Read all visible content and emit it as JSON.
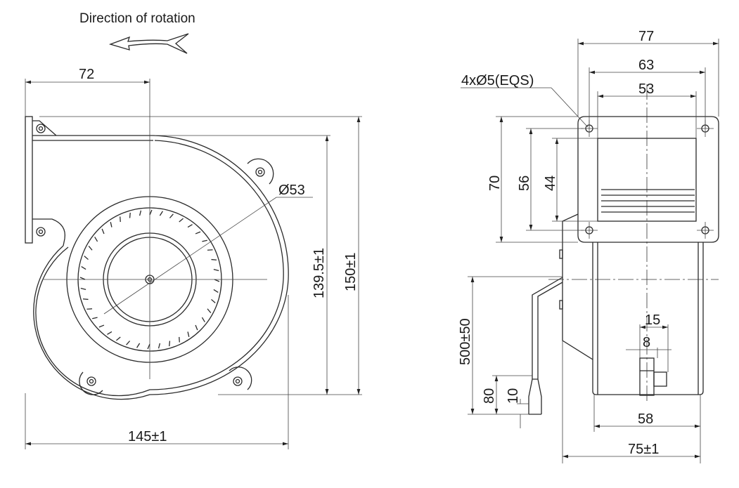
{
  "title": "Direction of rotation",
  "front_view": {
    "width_to_center": "72",
    "overall_width": "145±1",
    "housing_height": "139.5±1",
    "overall_height": "150±1",
    "impeller_diameter": "Ø53"
  },
  "side_view": {
    "flange_width": "77",
    "hole_spacing_x": "63",
    "outlet_width": "53",
    "flange_height": "70",
    "hole_spacing_y": "56",
    "outlet_height": "44",
    "mounting_holes": "4xØ5(EQS)",
    "connector_width": "15",
    "connector_inner": "8",
    "body_depth": "58",
    "overall_depth": "75±1",
    "lead_length": "500±50",
    "strip_length": "80",
    "tinned_length": "10"
  }
}
